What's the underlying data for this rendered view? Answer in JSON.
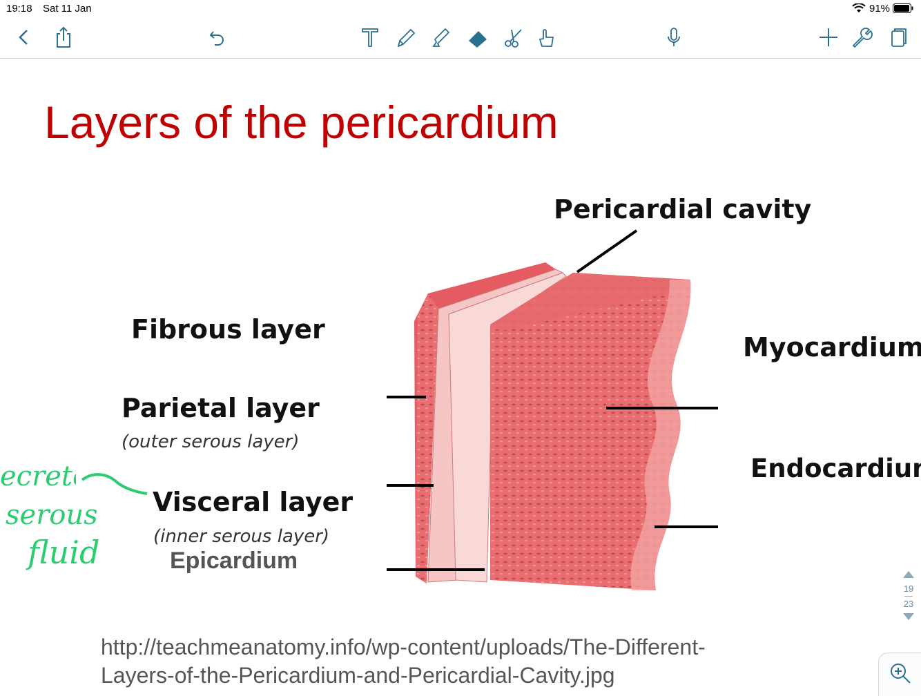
{
  "status_bar": {
    "time": "19:18",
    "date": "Sat 11 Jan",
    "battery": "91%"
  },
  "toolbar": {
    "left": [
      "back-icon",
      "share-icon",
      "undo-icon"
    ],
    "tools": [
      "text-tool-icon",
      "pen-icon",
      "highlighter-icon",
      "eraser-icon",
      "lasso-scissors-icon",
      "hand-pointer-icon"
    ],
    "center": [
      "microphone-icon"
    ],
    "right": [
      "plus-icon",
      "wrench-icon",
      "pages-icon"
    ],
    "accent": "#2a6f8f"
  },
  "slide": {
    "title": "Layers of the pericardium",
    "title_color": "#c00000",
    "labels": {
      "pericardial_cavity": "Pericardial cavity",
      "fibrous_layer": "Fibrous layer",
      "parietal_layer": "Parietal layer",
      "parietal_sub": "(outer serous layer)",
      "visceral_layer": "Visceral layer",
      "visceral_sub": "(inner serous layer)",
      "epicardium": "Epicardium",
      "myocardium": "Myocardium",
      "endocardium": "Endocardium"
    },
    "url_line1": "http://teachmeanatomy.info/wp-content/uploads/The-Different-",
    "url_line2": "Layers-of-the-Pericardium-and-Pericardial-Cavity.jpg"
  },
  "handwriting": {
    "line1": "ecretes",
    "line2": "serous",
    "line3": "fluid",
    "color": "#2ecc71"
  },
  "pager": {
    "current": "19",
    "total": "23"
  }
}
